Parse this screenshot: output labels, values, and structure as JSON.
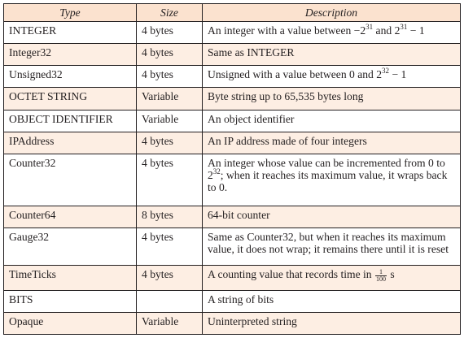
{
  "headers": {
    "type": "Type",
    "size": "Size",
    "description": "Description"
  },
  "rows": [
    {
      "type": "INTEGER",
      "size": "4 bytes",
      "desc": {
        "a": "An integer with a value between −2",
        "b": "31",
        "c": " and 2",
        "d": "31",
        "e": " − 1"
      }
    },
    {
      "type": "Integer32",
      "size": "4 bytes",
      "desc": "Same as INTEGER"
    },
    {
      "type": "Unsigned32",
      "size": "4 bytes",
      "desc": {
        "a": "Unsigned with a value between 0 and 2",
        "b": "32",
        "c": " − 1"
      }
    },
    {
      "type": "OCTET STRING",
      "size": "Variable",
      "desc": "Byte string up to 65,535 bytes long"
    },
    {
      "type": "OBJECT IDENTIFIER",
      "size": "Variable",
      "desc": "An object identifier"
    },
    {
      "type": "IPAddress",
      "size": "4 bytes",
      "desc": "An IP address made of four integers"
    },
    {
      "type": "Counter32",
      "size": "4 bytes",
      "desc": {
        "a": "An integer whose value can be incremented from 0 to 2",
        "b": "32",
        "c": "; when it reaches its maximum value, it wraps back to 0."
      }
    },
    {
      "type": "Counter64",
      "size": "8 bytes",
      "desc": "64-bit counter"
    },
    {
      "type": "Gauge32",
      "size": "4 bytes",
      "desc": "Same as Counter32, but when it reaches its maximum value, it does not wrap; it remains there until it is reset"
    },
    {
      "type": "TimeTicks",
      "size": "4 bytes",
      "desc": {
        "a": "A counting value that records time in ",
        "num": "1",
        "den": "100",
        "c": " s"
      }
    },
    {
      "type": "BITS",
      "size": "",
      "desc": "A string of bits"
    },
    {
      "type": "Opaque",
      "size": "Variable",
      "desc": "Uninterpreted string"
    }
  ],
  "colors": {
    "header_bg": "#fbe2cf",
    "stripe_bg": "#fdeee3",
    "border": "#231f20"
  }
}
